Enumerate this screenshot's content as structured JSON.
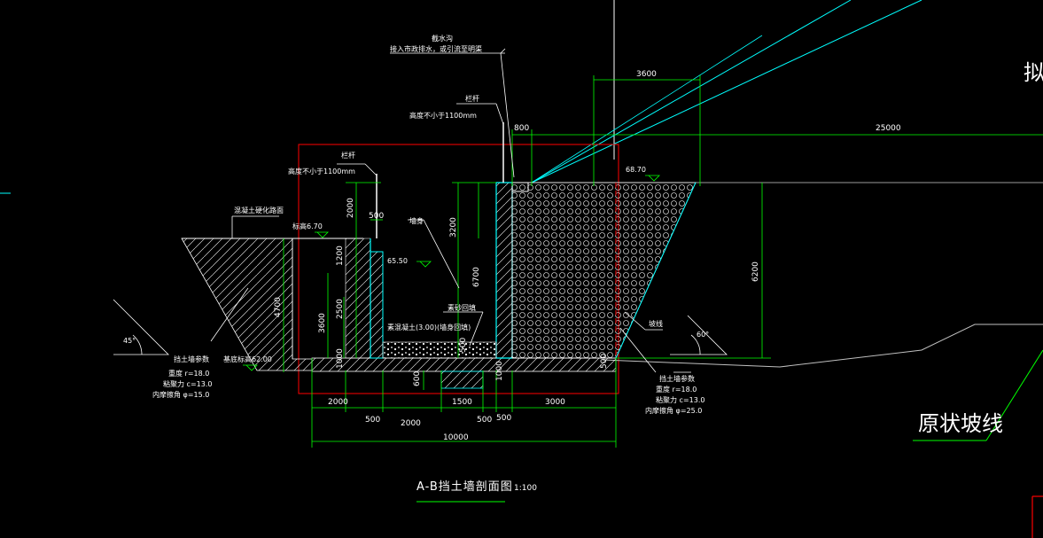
{
  "drawing": {
    "title": "A-B挡土墙剖面图",
    "scale": "1:100",
    "edge_glyph": "拟",
    "original_slope_label": "原状坡线"
  },
  "annotations": {
    "drain_title": "截水沟",
    "drain_note": "接入市政排水，或引流至明渠",
    "railing_right": "栏杆",
    "railing_right_height": "高度不小于1100mm",
    "railing_left": "栏杆",
    "railing_left_height": "高度不小于1100mm",
    "road_label": "混凝土硬化路面",
    "road_elev": "标高6.70",
    "elev_6550": "65.50",
    "elev_6870": "68.70",
    "wall_label": "墙身",
    "sand_label": "素砂回填",
    "gravel_label": "素混凝土(3.00)(墙身回填)",
    "base_elev": "基底标高62.00",
    "slope_line_label": "坡线",
    "left_soil": [
      "挡土墙参数",
      "重度 r=18.0",
      "粘聚力 c=13.0",
      "内摩擦角 φ=15.0"
    ],
    "right_soil": [
      "挡土墙参数",
      "重度 r=18.0",
      "粘聚力 c=13.0",
      "内摩擦角 φ=25.0"
    ],
    "angle_left": "45°",
    "angle_right": "60°"
  },
  "dimensions": {
    "d3600": "3600",
    "d800": "800",
    "d25000": "25000",
    "d6200": "6200",
    "d500_top": "500",
    "d2000_left": "2000",
    "d3200": "3200",
    "d1200": "1200",
    "d4700": "4700",
    "d6700": "6700",
    "d2500": "2500",
    "d3600_left": "3600",
    "d1000": "1000",
    "d500_b": "500",
    "d600": "600",
    "d500_r": "500",
    "d1000_r": "1000",
    "bot_2000a": "2000",
    "bot_500a": "500",
    "bot_2000b": "2000",
    "bot_1500": "1500",
    "bot_500b": "500",
    "bot_500c": "500",
    "bot_3000": "3000",
    "bot_10000": "10000"
  },
  "colors": {
    "background": "#000000",
    "dimension_line": "#00ff00",
    "wall_outline": "#00ffff",
    "frame": "#ff0000",
    "text": "#ffffff",
    "ground_line": "#c0c0c0"
  }
}
